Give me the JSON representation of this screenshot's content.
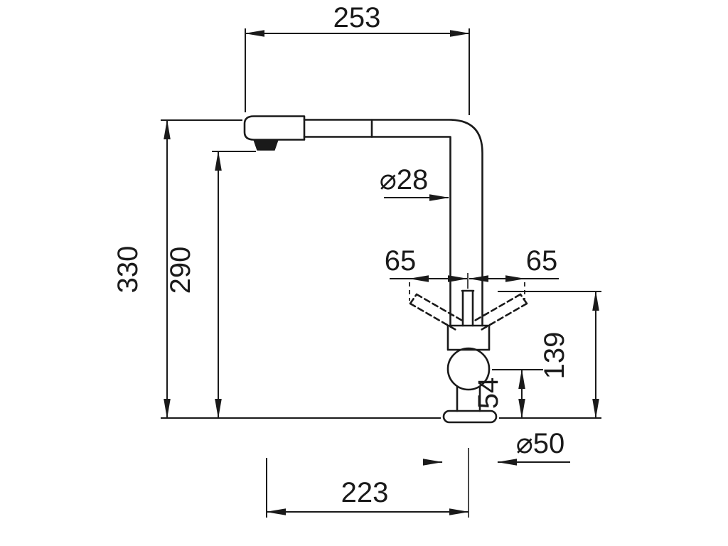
{
  "drawing": {
    "type": "technical-dimension-drawing",
    "subject": "kitchen-faucet-side-view",
    "colors": {
      "line": "#1a1a1a",
      "background": "#ffffff"
    }
  },
  "dims": {
    "top_reach": "253",
    "total_height": "330",
    "spout_height": "290",
    "spout_diameter": "⌀28",
    "lever_swing_left": "65",
    "lever_swing_right": "65",
    "lever_top_height": "139",
    "body_center_height": "54",
    "base_diameter": "⌀50",
    "bottom_reach": "223"
  }
}
